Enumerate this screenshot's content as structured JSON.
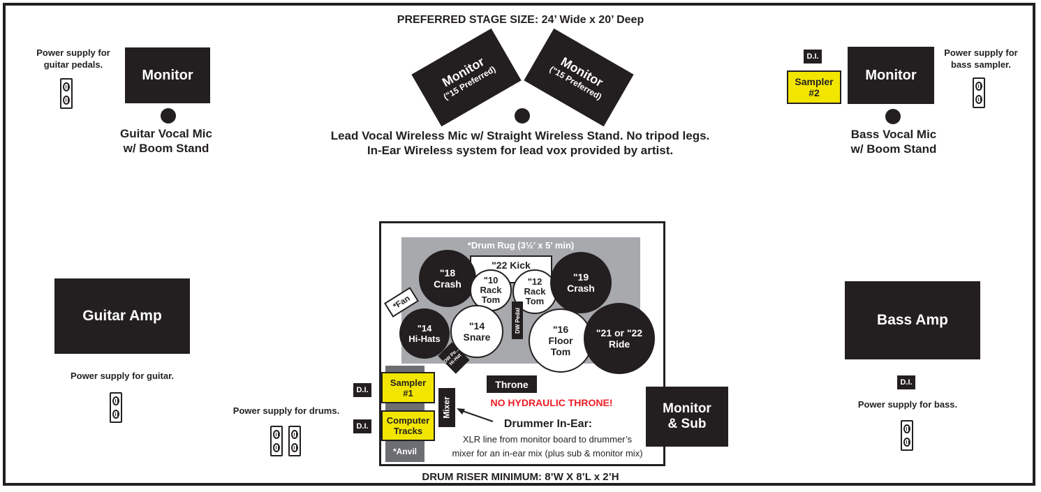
{
  "title": "PREFERRED STAGE SIZE: 24’ Wide x 20’ Deep",
  "footer": "DRUM RISER MINIMUM:  8’W X 8’L x 2’H",
  "colors": {
    "ink": "#231f20",
    "yellow": "#f2e600",
    "rug": "#a7a9ac",
    "warning": "#ed1c24"
  },
  "guitar": {
    "monitor": "Monitor",
    "power_pedals": [
      "Power supply for",
      "guitar pedals."
    ],
    "mic": [
      "Guitar Vocal Mic",
      "w/ Boom Stand"
    ],
    "amp": "Guitar Amp",
    "power_guitar": "Power supply for guitar."
  },
  "lead": {
    "monitor_left": [
      "Monitor",
      "(\"15 Preferred)"
    ],
    "monitor_right": [
      "Monitor",
      "(\"15 Preferred)"
    ],
    "mic_note": [
      "Lead Vocal Wireless Mic w/ Straight Wireless Stand. No tripod legs.",
      "In-Ear Wireless system for lead vox provided by artist."
    ]
  },
  "bass": {
    "di_top": "D.I.",
    "sampler2": [
      "Sampler",
      "#2"
    ],
    "monitor": "Monitor",
    "power_sampler": [
      "Power supply for",
      "bass sampler."
    ],
    "mic": [
      "Bass Vocal Mic",
      "w/ Boom Stand"
    ],
    "amp": "Bass Amp",
    "di_amp": "D.I.",
    "power_bass": "Power supply for bass."
  },
  "drums": {
    "rug": "*Drum Rug (3½’ x 5’ min)",
    "kick": "\"22 Kick",
    "crash18": [
      "\"18",
      "Crash"
    ],
    "tom10": [
      "\"10",
      "Rack",
      "Tom"
    ],
    "tom12": [
      "\"12",
      "Rack",
      "Tom"
    ],
    "crash19": [
      "\"19",
      "Crash"
    ],
    "fan": "*Fan",
    "hihats": [
      "\"14",
      "Hi-Hats"
    ],
    "snare": [
      "\"14",
      "Snare"
    ],
    "dw_pedal": "DW Pedal",
    "floor": [
      "\"16",
      "Floor",
      "Tom"
    ],
    "ride": [
      "\"21 or \"22",
      "Ride"
    ],
    "dw_pedal2": "DW Pe...",
    "hihat_stand": "Hi-Hat",
    "throne": "Throne",
    "no_hydraulic": "NO HYDRAULIC THRONE!",
    "sampler1": [
      "Sampler",
      "#1"
    ],
    "computer": [
      "Computer",
      "Tracks"
    ],
    "mixer": "Mixer",
    "anvil": "*Anvil",
    "di1": "D.I.",
    "di2": "D.I.",
    "power_drums": "Power supply for drums.",
    "inear_title": "Drummer In-Ear:",
    "inear_note": [
      "XLR line from monitor board to drummer’s",
      "mixer for an in-ear mix (plus sub & monitor mix)"
    ],
    "monitor_sub": [
      "Monitor",
      "& Sub"
    ]
  }
}
